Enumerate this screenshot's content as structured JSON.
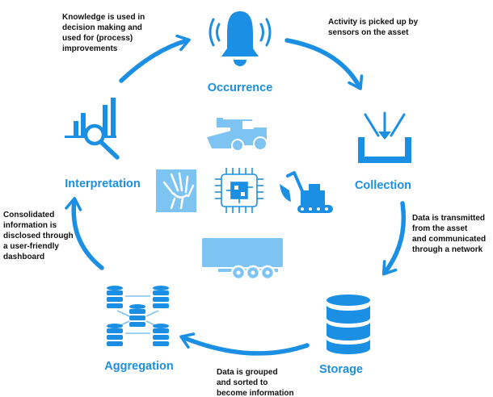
{
  "colors": {
    "accent": "#1a8fe3",
    "icon_light": "#7ec4f2",
    "text": "#111111"
  },
  "stages": [
    {
      "id": "occurrence",
      "label": "Occurrence",
      "icon": "bell-icon"
    },
    {
      "id": "collection",
      "label": "Collection",
      "icon": "funnel-collection-icon"
    },
    {
      "id": "storage",
      "label": "Storage",
      "icon": "database-icon"
    },
    {
      "id": "aggregation",
      "label": "Aggregation",
      "icon": "database-network-icon"
    },
    {
      "id": "interpretation",
      "label": "Interpretation",
      "icon": "chart-magnifier-icon"
    }
  ],
  "notes": {
    "top_left": [
      "Knowledge is used in",
      "decision making and",
      "used for (process)",
      "improvements"
    ],
    "top_right": [
      "Activity is picked up by",
      "sensors on the asset"
    ],
    "right": [
      "Data is transmitted",
      "from the asset",
      "and communicated",
      "through a network"
    ],
    "bottom": [
      "Data is grouped",
      "and sorted to",
      "become information"
    ],
    "left": [
      "Consolidated",
      "information is",
      "disclosed through",
      "a user-friendly",
      "dashboard"
    ]
  },
  "center_icons": [
    "combine-harvester-icon",
    "xray-hand-icon",
    "microchip-icon",
    "excavator-icon",
    "truck-trailer-icon"
  ]
}
